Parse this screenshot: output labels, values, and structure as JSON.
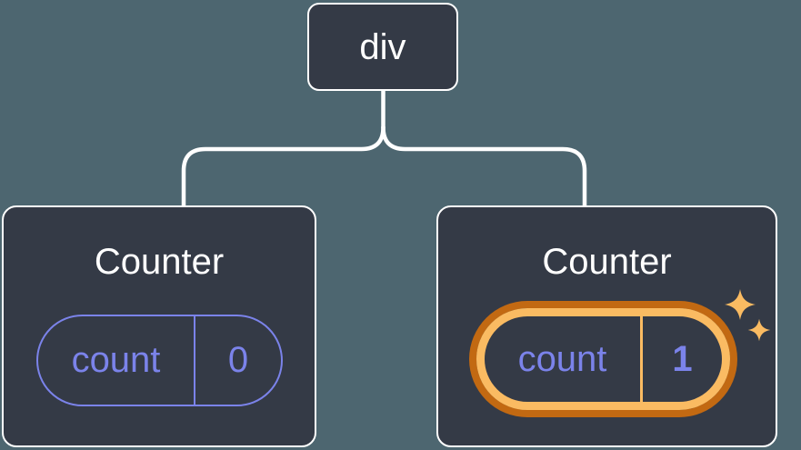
{
  "tree": {
    "root": {
      "label": "div"
    },
    "children": [
      {
        "title": "Counter",
        "state": {
          "key": "count",
          "value": "0"
        },
        "highlighted": false
      },
      {
        "title": "Counter",
        "state": {
          "key": "count",
          "value": "1"
        },
        "highlighted": true
      }
    ]
  },
  "icons": {
    "highlight": "sparkles-icon"
  },
  "colors": {
    "background": "#4D6670",
    "node_fill": "#343A46",
    "node_border": "#FFFFFF",
    "connector": "#FFFFFF",
    "state_accent": "#7B83EA",
    "highlight_ring_outer": "#C26912",
    "highlight_ring_inner": "#FABB62",
    "sparkle": "#FABB62"
  }
}
